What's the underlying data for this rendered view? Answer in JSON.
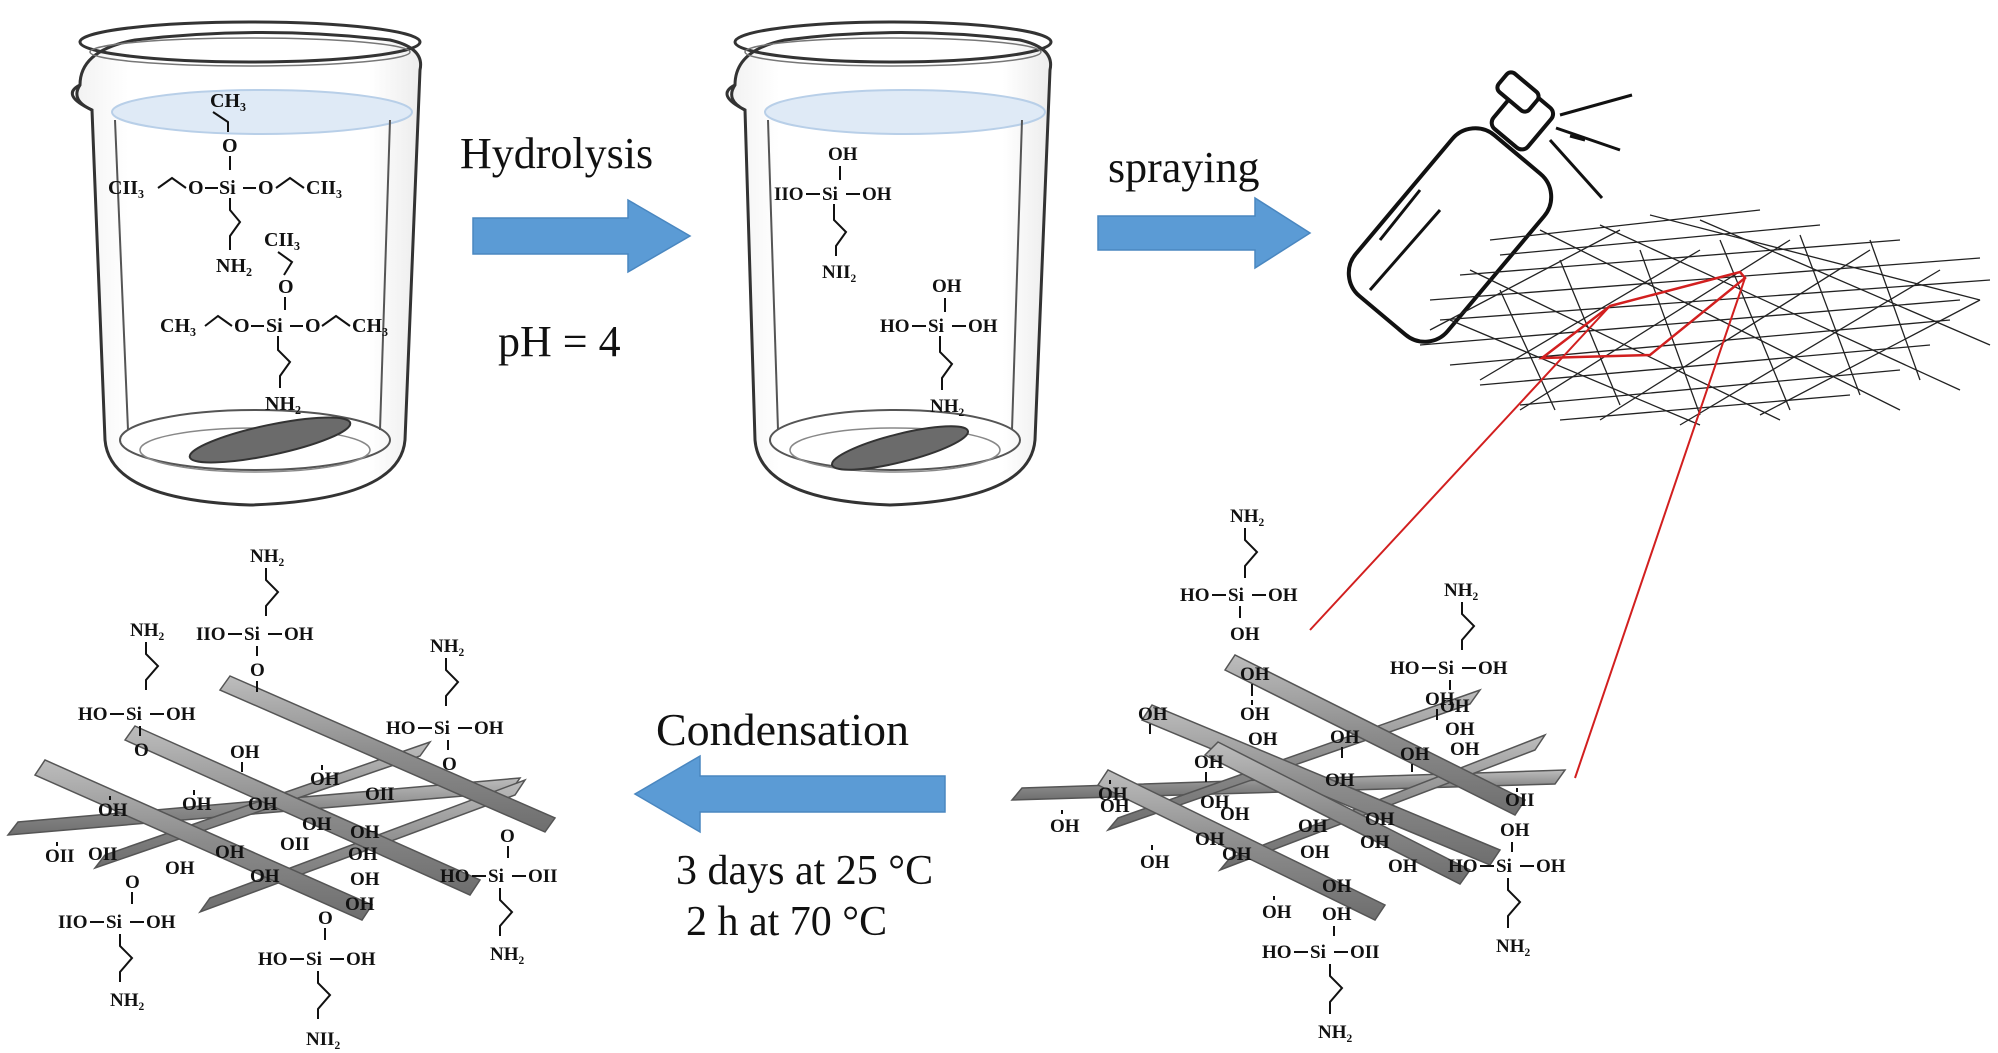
{
  "steps": {
    "hydrolysis": {
      "label": "Hydrolysis",
      "condition": "pH = 4"
    },
    "spraying": {
      "label": "spraying"
    },
    "condensation": {
      "label": "Condensation",
      "condition_1": "3 days at 25 °C",
      "condition_2": "2 h at 70 °C"
    }
  },
  "chem": {
    "ch3": "CH₃",
    "ch3_alt": "CII₃",
    "o": "O",
    "si": "Si",
    "oh": "OH",
    "ho": "HO",
    "oh_alt": "OII",
    "ho_alt": "IIO",
    "nh2": "NH₂",
    "nh2_alt": "NII₂"
  },
  "colors": {
    "arrow": "#5b9bd5",
    "liquid": "#dfeaf6",
    "fiber": "#8f8f8f",
    "fiber_light": "#b4b4b4",
    "highlight": "#d21f1f",
    "ink": "#111111"
  },
  "icons": [
    "beaker-icon",
    "spray-bottle-icon",
    "stir-bar-icon",
    "fiber-mesh-icon"
  ]
}
